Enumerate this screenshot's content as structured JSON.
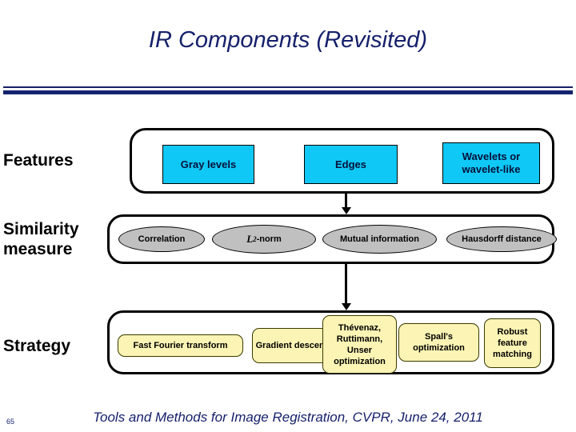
{
  "slide": {
    "title": "IR Components (Revisited)",
    "number": "65",
    "footer": "Tools and Methods for Image Registration, CVPR, June 24, 2011",
    "colors": {
      "title_navy": "#16216b",
      "feature_cyan": "#0fc8f5",
      "similarity_gray": "#c0c0c0",
      "strategy_yellow": "#fbf4b4",
      "outline_black": "#000000"
    }
  },
  "rows": {
    "features": {
      "label": "Features",
      "items": [
        {
          "label": "Gray levels"
        },
        {
          "label": "Edges"
        },
        {
          "label": "Wavelets or wavelet-like"
        }
      ]
    },
    "similarity": {
      "label": "Similarity measure",
      "label_line1": "Similarity",
      "label_line2": "measure",
      "items": [
        {
          "label": "Correlation"
        },
        {
          "label": "L2-norm",
          "prefix": "L",
          "subscript": "2",
          "suffix": "-norm"
        },
        {
          "label": "Mutual information"
        },
        {
          "label": "Hausdorff distance"
        }
      ]
    },
    "strategy": {
      "label": "Strategy",
      "items": [
        {
          "label": "Fast Fourier transform"
        },
        {
          "label": "Gradient descent"
        },
        {
          "label": "Thévenaz, Ruttimann, Unser optimization"
        },
        {
          "label": "Spall's optimization"
        },
        {
          "label": "Robust feature matching"
        }
      ]
    }
  }
}
